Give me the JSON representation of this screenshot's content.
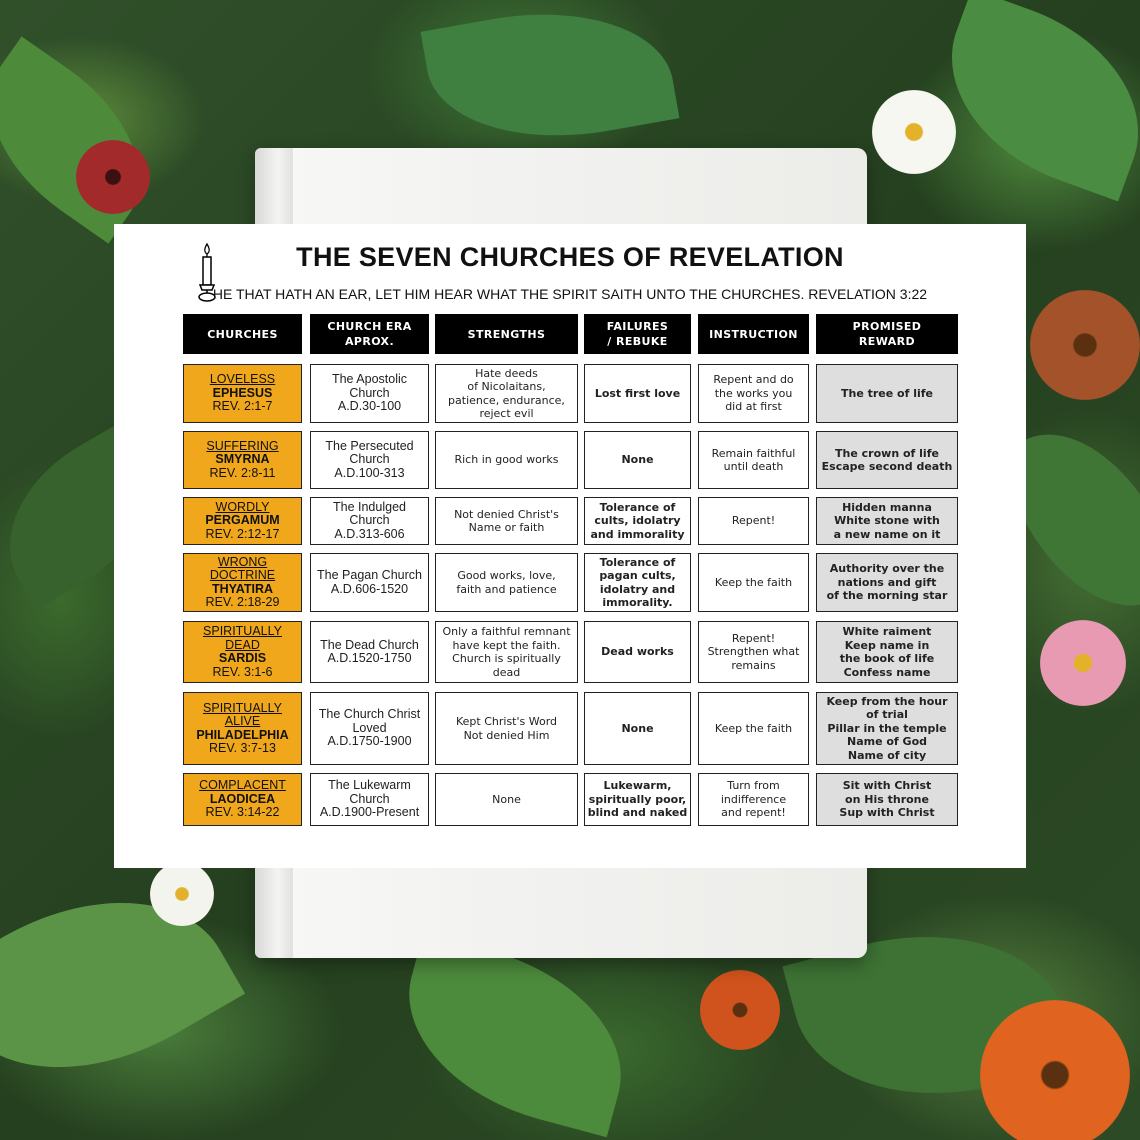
{
  "title": "THE SEVEN CHURCHES OF REVELATION",
  "subtitle": "HE THAT HATH AN EAR, LET HIM HEAR WHAT THE SPIRIT SAITH UNTO THE CHURCHES. REVELATION 3:22",
  "icon": "candle-icon",
  "colors": {
    "church_cell": "#f0a71b",
    "reward_cell": "#dedede",
    "header_bg": "#000000"
  },
  "headers": [
    [
      "CHURCHES"
    ],
    [
      "CHURCH ERA",
      "APROX."
    ],
    [
      "STRENGTHS"
    ],
    [
      "FAILURES",
      "/ REBUKE"
    ],
    [
      "INSTRUCTION"
    ],
    [
      "PROMISED",
      "REWARD"
    ]
  ],
  "rows": [
    {
      "nickname": [
        "LOVELESS"
      ],
      "name": "EPHESUS",
      "ref": "REV. 2:1-7",
      "era": [
        "The Apostolic",
        "Church",
        "A.D.30-100"
      ],
      "strengths": [
        "Hate deeds",
        "of Nicolaitans,",
        "patience, endurance,",
        "reject evil"
      ],
      "failures": [
        "Lost first love"
      ],
      "instruction": [
        "Repent and do",
        "the works you",
        "did at first"
      ],
      "reward": [
        "The tree of life"
      ]
    },
    {
      "nickname": [
        "SUFFERING"
      ],
      "name": "SMYRNA",
      "ref": "REV. 2:8-11",
      "era": [
        "The Persecuted",
        "Church",
        "A.D.100-313"
      ],
      "strengths": [
        "Rich in good works"
      ],
      "failures": [
        "None"
      ],
      "instruction": [
        "Remain faithful",
        "until death"
      ],
      "reward": [
        "The crown of life",
        "Escape second death"
      ]
    },
    {
      "nickname": [
        "WORDLY"
      ],
      "name": "PERGAMUM",
      "ref": "REV. 2:12-17",
      "era": [
        "The Indulged",
        "Church",
        "A.D.313-606"
      ],
      "strengths": [
        "Not denied Christ's",
        "Name or faith"
      ],
      "failures": [
        "Tolerance of",
        "cults, idolatry",
        "and immorality"
      ],
      "instruction": [
        "Repent!"
      ],
      "reward": [
        "Hidden manna",
        "White stone with",
        "a new name on it"
      ]
    },
    {
      "nickname": [
        "WRONG",
        "DOCTRINE"
      ],
      "name": "THYATIRA",
      "ref": "REV. 2:18-29",
      "era": [
        "The Pagan Church",
        "A.D.606-1520"
      ],
      "strengths": [
        "Good works, love,",
        "faith and patience"
      ],
      "failures": [
        "Tolerance of",
        "pagan cults,",
        "idolatry and",
        "immorality."
      ],
      "instruction": [
        "Keep the faith"
      ],
      "reward": [
        "Authority over the",
        "nations and gift",
        "of the morning star"
      ]
    },
    {
      "nickname": [
        "SPIRITUALLY",
        "DEAD"
      ],
      "name": "SARDIS",
      "ref": "REV. 3:1-6",
      "era": [
        "The Dead Church",
        "A.D.1520-1750"
      ],
      "strengths": [
        "Only a faithful remnant",
        "have kept the faith.",
        "Church is spiritually",
        "dead"
      ],
      "failures": [
        "Dead works"
      ],
      "instruction": [
        "Repent!",
        "Strengthen what",
        "remains"
      ],
      "reward": [
        "White raiment",
        "Keep name in",
        "the book of life",
        "Confess name"
      ]
    },
    {
      "nickname": [
        "SPIRITUALLY",
        "ALIVE"
      ],
      "name": "PHILADELPHIA",
      "ref": "REV. 3:7-13",
      "era": [
        "The Church Christ",
        "Loved",
        "A.D.1750-1900"
      ],
      "strengths": [
        "Kept Christ's Word",
        "Not denied Him"
      ],
      "failures": [
        "None"
      ],
      "instruction": [
        "Keep the faith"
      ],
      "reward": [
        "Keep from the hour",
        "of trial",
        "Pillar in the temple",
        "Name of God",
        "Name of city"
      ]
    },
    {
      "nickname": [
        "COMPLACENT"
      ],
      "name": "LAODICEA",
      "ref": "REV. 3:14-22",
      "era": [
        "The Lukewarm",
        "Church",
        "A.D.1900-Present"
      ],
      "strengths": [
        "None"
      ],
      "failures": [
        "Lukewarm,",
        "spiritually poor,",
        "blind and naked"
      ],
      "instruction": [
        "Turn from",
        "indifference",
        "and repent!"
      ],
      "reward": [
        "Sit with Christ",
        "on His throne",
        "Sup with Christ"
      ]
    }
  ]
}
